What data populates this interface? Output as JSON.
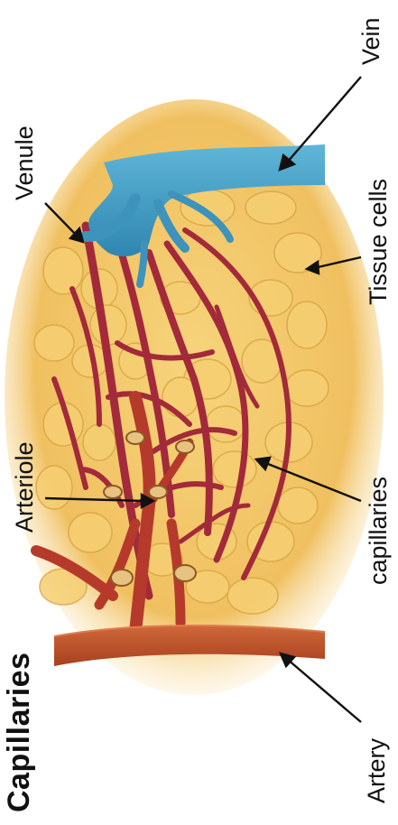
{
  "title": "Capillaries",
  "labels": {
    "vein": "Vein",
    "venule": "Venule",
    "tissue_cells": "Tissue cells",
    "arteriole": "Arteriole",
    "capillaries": "capillaries",
    "artery": "Artery"
  },
  "colors": {
    "background": "#ffffff",
    "tissue": "#f2c565",
    "tissue_cell_outline": "#d9a645",
    "vein": "#4aa3c8",
    "venule": "#3d93bb",
    "capillary": "#a32a3a",
    "arteriole": "#b53a2c",
    "artery": "#c2562e",
    "arrow": "#111111"
  }
}
